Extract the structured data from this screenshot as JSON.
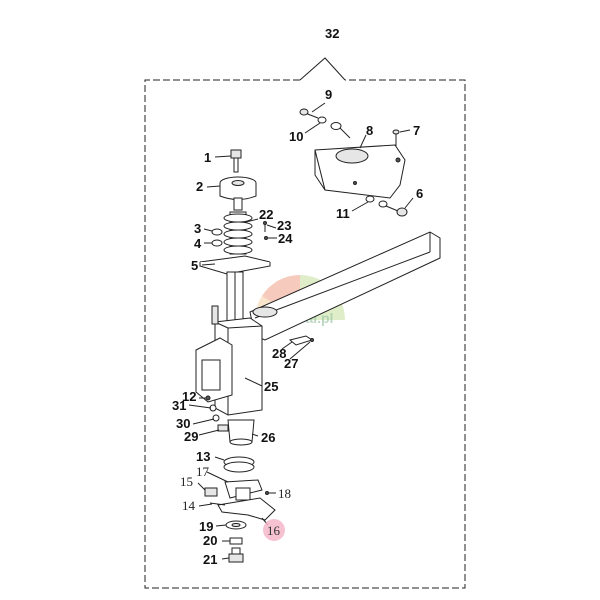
{
  "diagram": {
    "assembly_label": "32",
    "highlighted_part": "16",
    "watermark_text": "ogrodsal.pl",
    "colors": {
      "line": "#222222",
      "highlight": "#f4b6c8",
      "watermark_green": "#9fc9a9"
    },
    "labels": {
      "p1": "1",
      "p2": "2",
      "p3": "3",
      "p4": "4",
      "p5": "5",
      "p6": "6",
      "p7": "7",
      "p8": "8",
      "p9": "9",
      "p10": "10",
      "p11": "11",
      "p12": "12",
      "p13": "13",
      "p14": "14",
      "p15": "15",
      "p16": "16",
      "p17": "17",
      "p18": "18",
      "p19": "19",
      "p20": "20",
      "p21": "21",
      "p22": "22",
      "p23": "23",
      "p24": "24",
      "p25": "25",
      "p26": "26",
      "p27": "27",
      "p28": "28",
      "p29": "29",
      "p30": "30",
      "p31": "31"
    }
  }
}
